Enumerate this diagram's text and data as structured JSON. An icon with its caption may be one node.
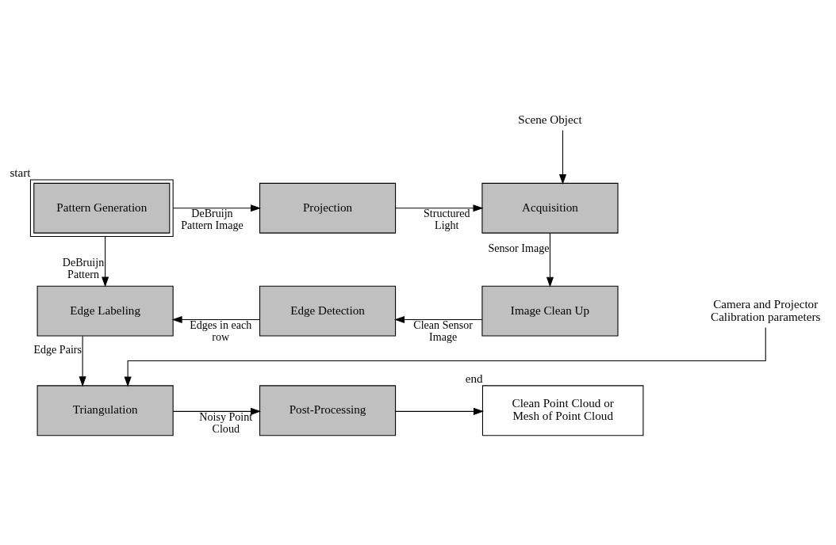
{
  "diagram": {
    "nodes": [
      {
        "text": [
          "Pattern Generation"
        ],
        "beside": [
          "start"
        ]
      },
      {
        "text": [
          "Projection"
        ]
      },
      {
        "text": [
          "Acquisition"
        ]
      },
      {
        "text": [
          "Scene Object"
        ]
      },
      {
        "text": [
          "Edge Labeling"
        ]
      },
      {
        "text": [
          "Edge Detection"
        ]
      },
      {
        "text": [
          "Image Clean Up"
        ]
      },
      {
        "text": [
          "Triangulation"
        ]
      },
      {
        "text": [
          "Post-Processing"
        ]
      },
      {
        "text": [
          "Clean Point Cloud or Mesh of Point Cloud"
        ],
        "beside": [
          "end"
        ]
      },
      {
        "text": [
          "Camera and Projector Calibration parameters"
        ]
      }
    ],
    "edges": [
      {
        "from": 0,
        "to": 1,
        "arrow": "to",
        "label": "DeBruijn Pattern Image"
      },
      {
        "from": 1,
        "to": 2,
        "arrow": "to",
        "label": "Structured Light"
      },
      {
        "from": 3,
        "to": 2,
        "arrow": "to"
      },
      {
        "from": 2,
        "to": 6,
        "arrow": "to",
        "label": "Sensor Image"
      },
      {
        "from": 6,
        "to": 5,
        "arrow": "to",
        "label": "Clean Sensor Image"
      },
      {
        "from": 5,
        "to": 4,
        "arrow": "to",
        "label": "Edges in each row"
      },
      {
        "from": 0,
        "to": 4,
        "arrow": "to",
        "label": "DeBruijn Pattern"
      },
      {
        "from": 4,
        "to": 7,
        "arrow": "to",
        "label": "Edge Pairs"
      },
      {
        "from": 7,
        "to": 8,
        "arrow": "to",
        "label": "Noisy Point Cloud"
      },
      {
        "from": 8,
        "to": 9,
        "arrow": "to"
      },
      {
        "from": 10,
        "to": 7,
        "arrow": "to"
      }
    ]
  }
}
